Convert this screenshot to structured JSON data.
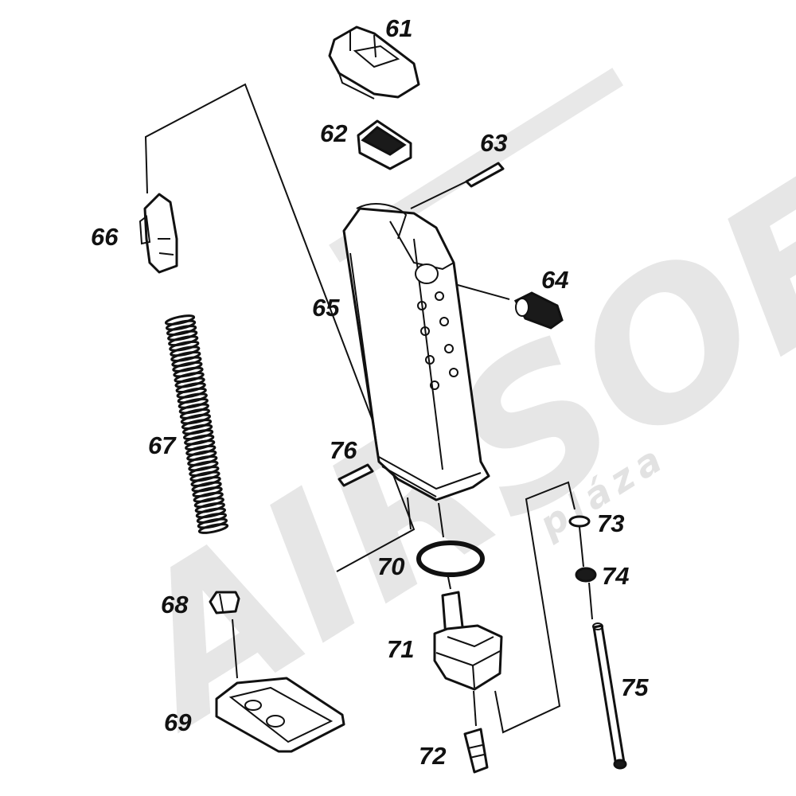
{
  "watermark": {
    "brand": "AIRSOFT",
    "sub": "pláza"
  },
  "callouts": [
    {
      "id": "p61",
      "label": "61"
    },
    {
      "id": "p62",
      "label": "62"
    },
    {
      "id": "p63",
      "label": "63"
    },
    {
      "id": "p64",
      "label": "64"
    },
    {
      "id": "p65",
      "label": "65"
    },
    {
      "id": "p66",
      "label": "66"
    },
    {
      "id": "p67",
      "label": "67"
    },
    {
      "id": "p68",
      "label": "68"
    },
    {
      "id": "p69",
      "label": "69"
    },
    {
      "id": "p70",
      "label": "70"
    },
    {
      "id": "p71",
      "label": "71"
    },
    {
      "id": "p72",
      "label": "72"
    },
    {
      "id": "p73",
      "label": "73"
    },
    {
      "id": "p74",
      "label": "74"
    },
    {
      "id": "p75",
      "label": "75"
    },
    {
      "id": "p76",
      "label": "76"
    }
  ]
}
